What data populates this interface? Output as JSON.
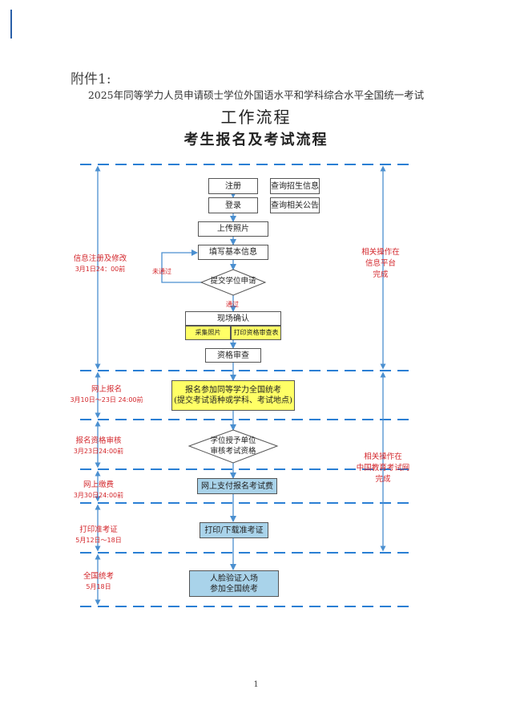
{
  "header": {
    "annex": "附件1:",
    "subtitle": "2025年同等学力人员申请硕士学位外国语水平和学科综合水平全国统一考试",
    "title1": "工作流程",
    "title2": "考生报名及考试流程"
  },
  "boxes": {
    "register": "注册",
    "query_admission": "查询招生信息",
    "login": "登录",
    "query_notice": "查询相关公告",
    "upload_photo": "上传照片",
    "fill_info": "填写基本信息",
    "submit_degree": "提交学位申请",
    "onsite_confirm": "现场确认",
    "collect_photo": "采集照片",
    "print_review": "打印资格审查表",
    "qualification_review": "资格审查",
    "signup_line1": "报名参加同等学力全国统考",
    "signup_line2": "(提交考试语种或学科、考试地点)",
    "unit_review_line1": "学位授予单位",
    "unit_review_line2": "审核考试资格",
    "pay_fee": "网上支付报名考试费",
    "print_ticket": "打印/下载准考证",
    "face_verify_line1": "人脸验证入场",
    "face_verify_line2": "参加全国统考"
  },
  "flow_labels": {
    "not_passed": "未通过",
    "passed": "通过"
  },
  "phases": [
    {
      "name": "信息注册及修改",
      "date": "3月1日24：00前"
    },
    {
      "name": "网上报名",
      "date": "3月10日～23日 24:00前"
    },
    {
      "name": "报名资格审核",
      "date": "3月23日24:00前"
    },
    {
      "name": "网上缴费",
      "date": "3月30日24:00前"
    },
    {
      "name": "打印准考证",
      "date": "5月12日～18日"
    },
    {
      "name": "全国统考",
      "date": "5月18日"
    }
  ],
  "right_notes": {
    "platform_line1": "相关操作在",
    "platform_line2": "信息平台",
    "platform_line3": "完成",
    "neea_line1": "相关操作在",
    "neea_line2": "中国教育考试网",
    "neea_line3": "完成"
  },
  "footer": {
    "page": "1"
  },
  "colors": {
    "dashed_line": "#2a7fd4",
    "arrow": "#4a8fd0",
    "label_red": "#d3262b",
    "yellow_box": "#ffff66",
    "blue_box": "#a9d3ea"
  }
}
